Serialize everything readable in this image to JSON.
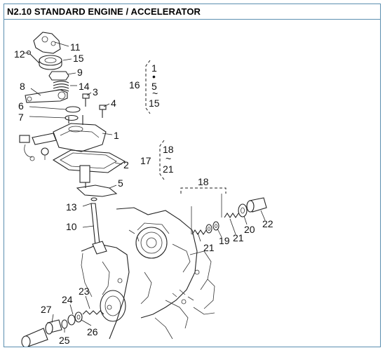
{
  "header": {
    "title": "N2.10 STANDARD ENGINE / ACCELERATOR"
  },
  "callouts": {
    "p1": "1",
    "p2": "2",
    "p3": "3",
    "p4": "4",
    "p5": "5",
    "p6": "6",
    "p7": "7",
    "p8": "8",
    "p9": "9",
    "p10": "10",
    "p11": "11",
    "p12": "12",
    "p13": "13",
    "p14": "14",
    "p15": "15",
    "p16": "16",
    "p17": "17",
    "p18": "18",
    "p19": "19",
    "p20": "20",
    "p21a": "21",
    "p21b": "21",
    "p22": "22",
    "p23": "23",
    "p24": "24",
    "p25": "25",
    "p26": "26",
    "p27": "27"
  },
  "groups": {
    "g16": {
      "top": "1",
      "dot": "•",
      "mid": "5",
      "tilde": "~",
      "bottom": "15"
    },
    "g17": {
      "top": "18",
      "tilde": "~",
      "bottom": "21"
    }
  }
}
